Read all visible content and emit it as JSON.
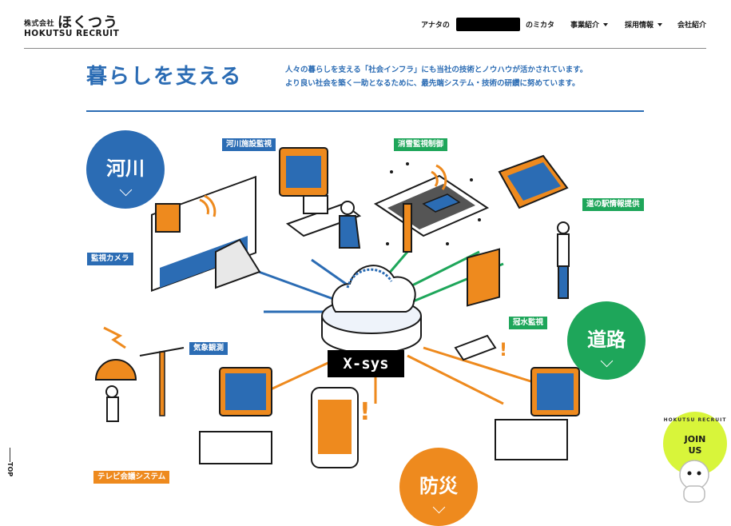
{
  "header": {
    "logo_small": "株式会社",
    "logo_main": "ほくつう",
    "logo_sub": "HOKUTSU RECRUIT",
    "nav": {
      "anata": "アナタの",
      "mikata": "のミカタ",
      "business": "事業紹介",
      "recruit": "採用情報",
      "company": "会社紹介"
    }
  },
  "section": {
    "title": "暮らしを支える",
    "desc_line1": "人々の暮らしを支える「社会インフラ」にも当社の技術とノウハウが活かされています。",
    "desc_line2": "より良い社会を築く一助となるために、最先端システム・技術の研鑽に努めています。"
  },
  "categories": {
    "river": "河川",
    "road": "道路",
    "disaster": "防災"
  },
  "labels": {
    "river_facility": "河川施設監視",
    "snow": "消雪監視制御",
    "michinoeki": "道の駅情報提供",
    "camera": "監視カメラ",
    "flood": "冠水監視",
    "weather": "気象観測",
    "tv_conf": "テレビ会議システム"
  },
  "center": "X-sys",
  "join": {
    "line1": "JOIN",
    "line2": "US",
    "ring": "HOKUTSU RECRUIT"
  },
  "top_link": "TOP",
  "colors": {
    "blue": "#2b6cb4",
    "green": "#1ea65a",
    "orange": "#ee8a1e",
    "lime": "#d8f53a"
  }
}
